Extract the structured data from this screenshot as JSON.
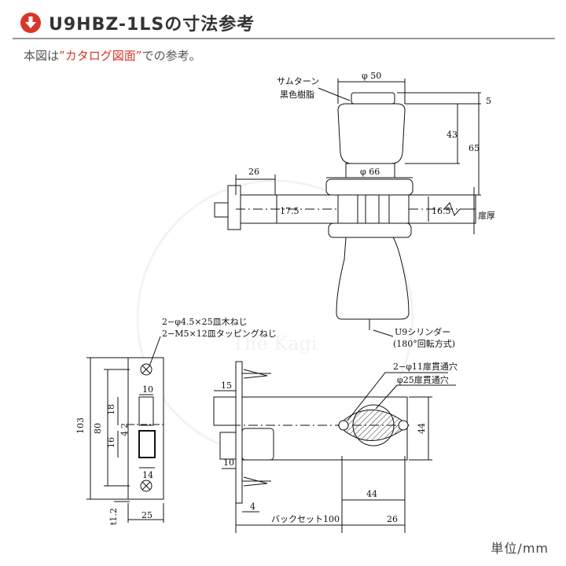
{
  "header": {
    "title": "U9HBZ-1LSの寸法参考",
    "icon": "down-arrow-circle-icon",
    "accent": "#d9362b"
  },
  "subtitle": {
    "prefix": "本図は",
    "highlight": "”カタログ図面”",
    "suffix": "での参考。"
  },
  "watermark": "The Kagi",
  "top_view": {
    "thumbturn_label_1": "サムターン",
    "thumbturn_label_2": "黒色樹脂",
    "dim_phi50": "φ 50",
    "dim_phi66": "φ 66",
    "dim_5": "5",
    "dim_43": "43",
    "dim_65": "65",
    "dim_26": "26",
    "dim_17_5": "17.5",
    "dim_16_5": "16.5",
    "door_thickness": "扉厚",
    "cylinder_label_1": "U9シリンダー",
    "cylinder_label_2": "(180°回転方式)"
  },
  "front_view": {
    "screw_label_1": "2−φ4.5×25皿木ねじ",
    "screw_label_2": "2−M5×12皿タッピングねじ",
    "dim_103": "103",
    "dim_80": "80",
    "dim_18": "18",
    "dim_2": "2",
    "dim_16": "16",
    "dim_4": "4",
    "dim_10": "10",
    "dim_14": "14",
    "dim_25": "25",
    "dim_t12": "t1.2"
  },
  "side_view": {
    "hole_label_1": "2−φ11扉貫通穴",
    "hole_label_2": "φ25扉貫通穴",
    "dim_15": "15",
    "dim_10": "10",
    "dim_4": "4",
    "dim_44_v": "44",
    "dim_44_h": "44",
    "dim_backset": "バックセット100",
    "dim_26": "26"
  },
  "unit_label": "単位/mm"
}
